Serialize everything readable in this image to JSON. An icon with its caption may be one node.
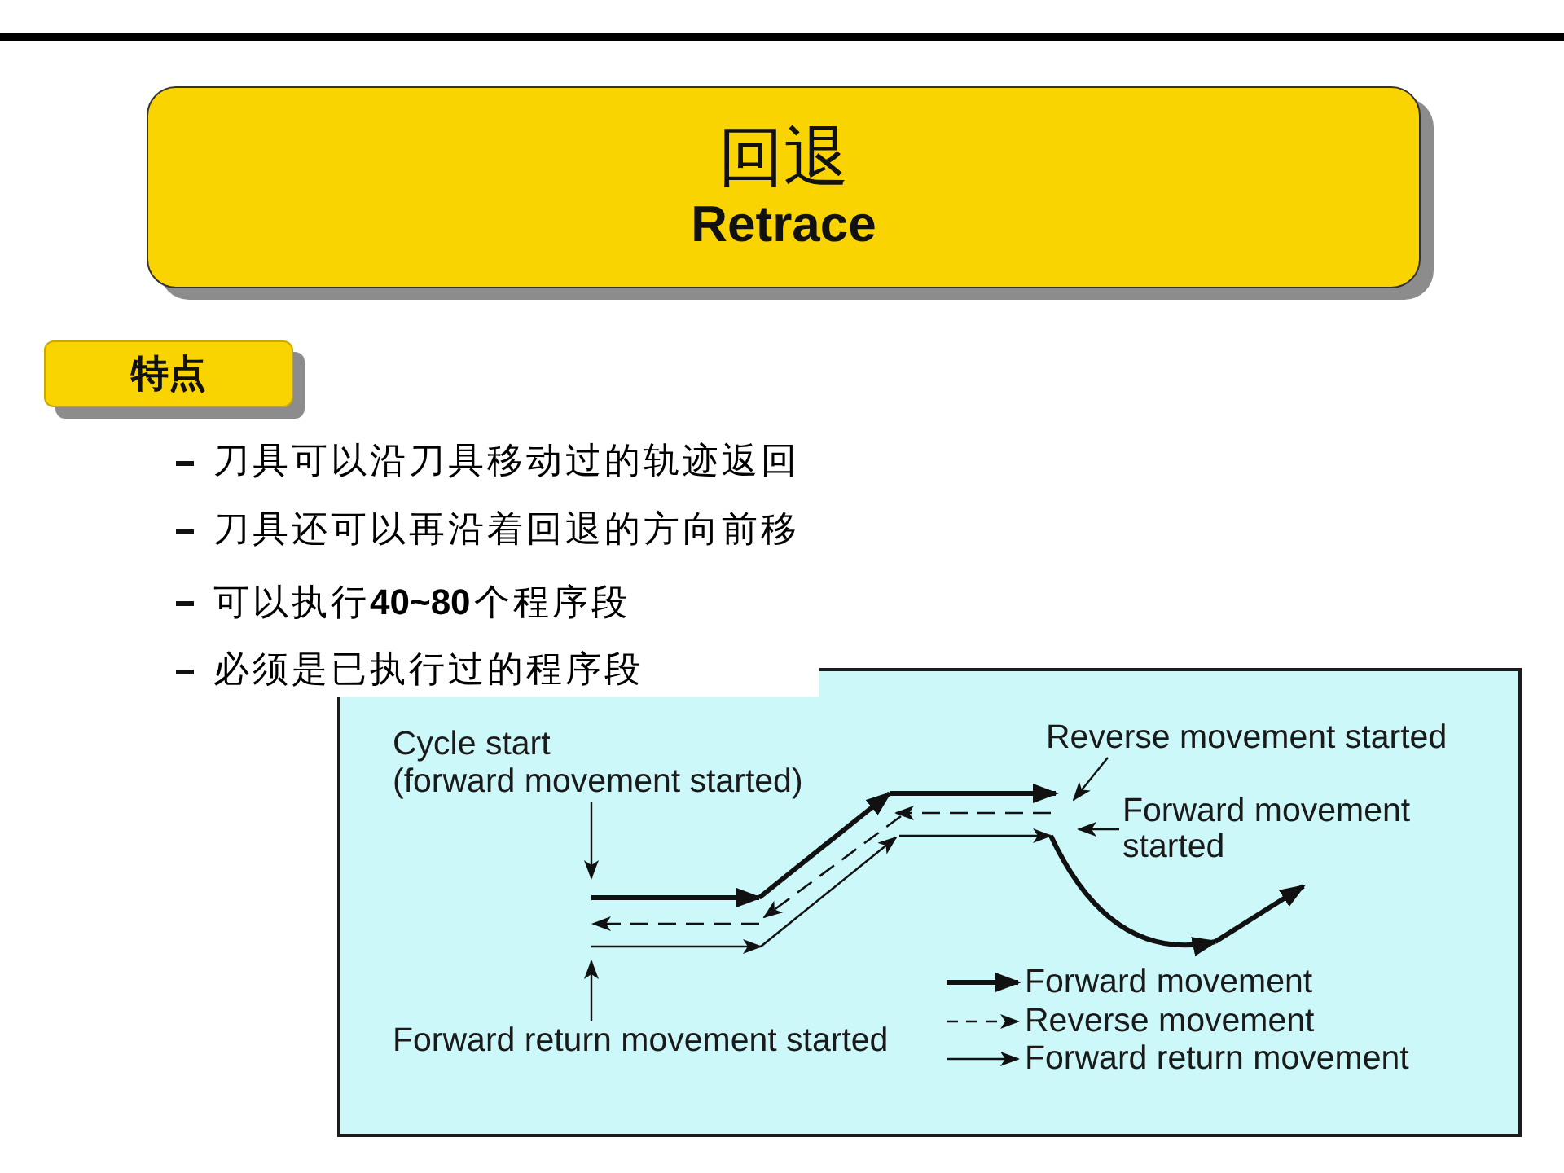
{
  "diagram": {
    "nodes": [
      {
        "text": [
          "回退",
          "Retrace"
        ]
      },
      {
        "text": [
          "特点"
        ]
      },
      {
        "text": [
          "Cycle start",
          "(forward movement started)"
        ]
      },
      {
        "text": [
          "Forward return movement started"
        ]
      },
      {
        "text": [
          "Reverse movement started"
        ]
      },
      {
        "text": [
          "Forward movement started"
        ]
      }
    ],
    "edges": [
      {
        "from": 2,
        "to": null,
        "arrow": "to"
      },
      {
        "from": 3,
        "to": null,
        "arrow": "to"
      },
      {
        "from": 4,
        "to": null,
        "arrow": "to"
      },
      {
        "from": 5,
        "to": null,
        "arrow": "to"
      }
    ],
    "labels": [
      "刀具可以沿刀具移动过的轨迹返回",
      "刀具还可以再沿着回退的方向前移",
      "可以执行**40~80**个程序段",
      "必须是已执行过的程序段"
    ],
    "legend": [
      {
        "text": "Forward movement"
      },
      {
        "text": "Reverse movement"
      },
      {
        "text": "Forward return movement"
      }
    ]
  }
}
